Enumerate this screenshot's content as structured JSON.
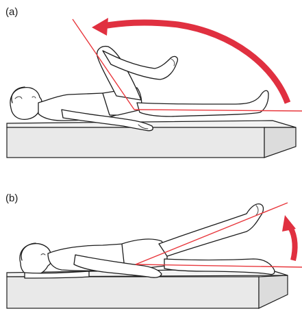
{
  "figure": {
    "panels": [
      {
        "id": "a",
        "label": "(a)"
      },
      {
        "id": "b",
        "label": "(b)"
      }
    ],
    "colors": {
      "angle_line": "#e8383d",
      "arrow": "#e03040",
      "table_fill": "#e9e9e9",
      "table_top": "#f4f4f4",
      "ink": "#1c1c1c",
      "background": "#ffffff"
    }
  }
}
